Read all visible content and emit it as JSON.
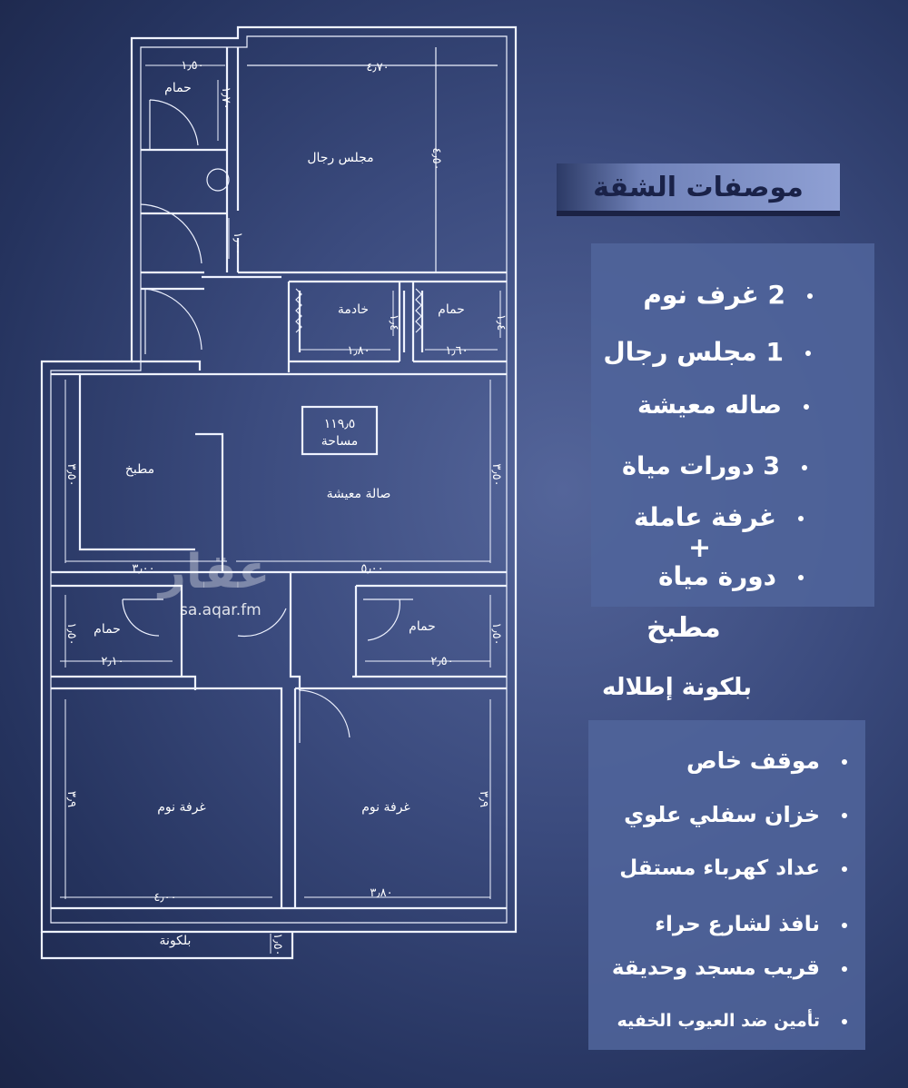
{
  "plan": {
    "rooms": {
      "majlis": "مجلس رجال",
      "maid": "خادمة",
      "bath_top_left": "حمام",
      "bath_service": "حمام",
      "kitchen": "مطبخ",
      "living": "صالة معيشة",
      "bath_mid_left": "حمام",
      "bath_mid_right": "حمام",
      "bedroom_left": "غرفة نوم",
      "bedroom_right": "غرفة نوم",
      "balcony": "بلكونة"
    },
    "area": {
      "value": "١١٩٫٥",
      "label": "مساحة"
    },
    "dims": {
      "d1": "١٫٥٠",
      "d2": "٤٫٧٠",
      "d3": "١٫٧٠",
      "d4": "١٫٨٠",
      "d5": "١٫٦٠",
      "d6": "١٫٤",
      "d7": "١٫٤",
      "d8": "٣٫٥٠",
      "d9": "٣٫٥٠",
      "d10": "٣٫٠٠",
      "d11": "٥٫٠٠",
      "d12": "١٫٥٠",
      "d13": "١٫٥٠",
      "d14": "٢٫١٠",
      "d15": "٢٫٥٠",
      "d16": "٣٫٩",
      "d17": "٣٫٩",
      "d18": "٤٫٠٠",
      "d19": "٣٫٨٠",
      "d20": "١٫٥٠",
      "d21": "١٫٠٠",
      "d22": "٤٫٥٠"
    }
  },
  "specs": {
    "title": "موصفات الشقة",
    "group1": [
      "2 غرف نوم",
      "1 مجلس رجال",
      "صاله معيشة",
      "3 دورات مياة",
      "غرفة عاملة",
      "دورة مياة"
    ],
    "plus": "+",
    "kitchen": "مطبخ",
    "balcony": "بلكونة إطلاله",
    "group2": [
      "موقف خاص",
      "خزان سفلي علوي",
      "عداد كهرباء مستقل",
      "نافذ لشارع حراء",
      "قريب مسجد وحديقة",
      "تأمين ضد العيوب الخفيه"
    ]
  },
  "watermark": {
    "logo": "عقار",
    "url": "sa.aqar.fm"
  }
}
